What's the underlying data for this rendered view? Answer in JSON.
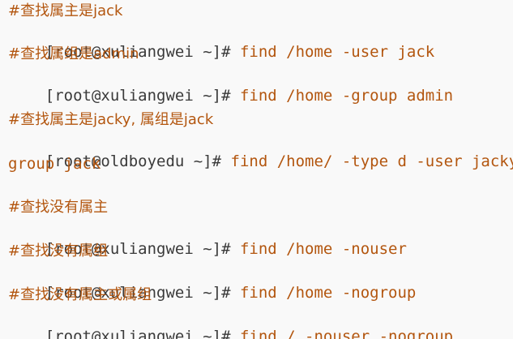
{
  "colors": {
    "background": "#f9f9f9",
    "prompt": "#3a3a3a",
    "command": "#b3560f",
    "comment": "#b3560f"
  },
  "lines": [
    {
      "type": "comment",
      "text": "#查找属主是jack"
    },
    {
      "type": "command",
      "prompt": "[root@xuliangwei ~]#",
      "command": " find /home -user jack"
    },
    {
      "type": "comment",
      "text": "#查找属组是admin"
    },
    {
      "type": "command",
      "prompt": "[root@xuliangwei ~]#",
      "command": " find /home -group admin"
    },
    {
      "type": "comment",
      "text": "#查找属主是jacky, 属组是jack"
    },
    {
      "type": "command",
      "prompt": "[root@oldboyedu ~]#",
      "command": " find /home/ -type d -user jacky -"
    },
    {
      "type": "continuation",
      "text": "group jack"
    },
    {
      "type": "comment",
      "text": "#查找没有属主"
    },
    {
      "type": "command",
      "prompt": "[root@xuliangwei ~]#",
      "command": " find /home -nouser"
    },
    {
      "type": "comment",
      "text": "#查找没有属组"
    },
    {
      "type": "command",
      "prompt": "[root@xuliangwei ~]#",
      "command": " find /home -nogroup"
    },
    {
      "type": "comment",
      "text": "#查找没有属主或属组"
    },
    {
      "type": "command",
      "prompt": "[root@xuliangwei ~]#",
      "command": " find / -nouser -nogroup"
    }
  ]
}
